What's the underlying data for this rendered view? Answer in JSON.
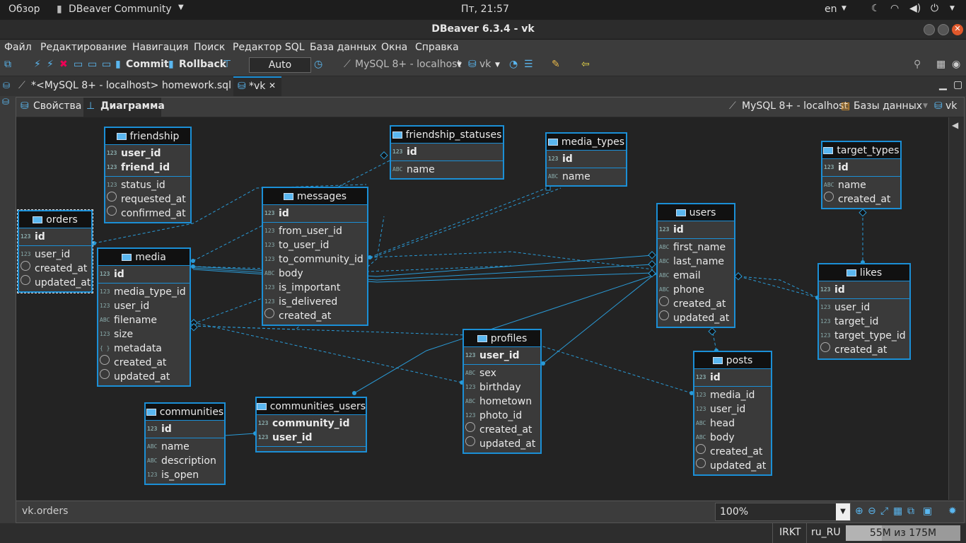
{
  "system": {
    "overview": "Обзор",
    "app_name": "DBeaver Community",
    "clock": "Пт, 21:57",
    "lang": "en"
  },
  "window": {
    "title": "DBeaver 6.3.4 - vk"
  },
  "menu": [
    "Файл",
    "Редактирование",
    "Навигация",
    "Поиск",
    "Редактор SQL",
    "База данных",
    "Окна",
    "Справка"
  ],
  "toolbar": {
    "commit": "Commit",
    "rollback": "Rollback",
    "mode": "Auto",
    "connection": "MySQL 8+ - localhost",
    "schema": "vk"
  },
  "tabs": [
    {
      "label": "*<MySQL 8+ - localhost> homework.sql"
    },
    {
      "label": "*vk"
    }
  ],
  "subtabs": {
    "properties": "Свойства",
    "diagram": "Диаграмма",
    "connection": "MySQL 8+ - localhost",
    "databases": "Базы данных",
    "schema": "vk"
  },
  "colors": {
    "accent": "#1b8fd6",
    "canvas": "#232323"
  },
  "tables": {
    "friendship": {
      "name": "friendship",
      "keys": [
        "user_id",
        "friend_id"
      ],
      "cols": [
        "status_id",
        "requested_at",
        "confirmed_at"
      ]
    },
    "friendship_statuses": {
      "name": "friendship_statuses",
      "keys": [
        "id"
      ],
      "cols": [
        "name"
      ]
    },
    "media_types": {
      "name": "media_types",
      "keys": [
        "id"
      ],
      "cols": [
        "name"
      ]
    },
    "target_types": {
      "name": "target_types",
      "keys": [
        "id"
      ],
      "cols": [
        "name",
        "created_at"
      ]
    },
    "orders": {
      "name": "orders",
      "keys": [
        "id"
      ],
      "cols": [
        "user_id",
        "created_at",
        "updated_at"
      ]
    },
    "messages": {
      "name": "messages",
      "keys": [
        "id"
      ],
      "cols": [
        "from_user_id",
        "to_user_id",
        "to_community_id",
        "body",
        "is_important",
        "is_delivered",
        "created_at"
      ]
    },
    "users": {
      "name": "users",
      "keys": [
        "id"
      ],
      "cols": [
        "first_name",
        "last_name",
        "email",
        "phone",
        "created_at",
        "updated_at"
      ]
    },
    "likes": {
      "name": "likes",
      "keys": [
        "id"
      ],
      "cols": [
        "user_id",
        "target_id",
        "target_type_id",
        "created_at"
      ]
    },
    "media": {
      "name": "media",
      "keys": [
        "id"
      ],
      "cols": [
        "media_type_id",
        "user_id",
        "filename",
        "size",
        "metadata",
        "created_at",
        "updated_at"
      ]
    },
    "profiles": {
      "name": "profiles",
      "keys": [
        "user_id"
      ],
      "cols": [
        "sex",
        "birthday",
        "hometown",
        "photo_id",
        "created_at",
        "updated_at"
      ]
    },
    "posts": {
      "name": "posts",
      "keys": [
        "id"
      ],
      "cols": [
        "media_id",
        "user_id",
        "head",
        "body",
        "created_at",
        "updated_at"
      ]
    },
    "communities": {
      "name": "communities",
      "keys": [
        "id"
      ],
      "cols": [
        "name",
        "description",
        "is_open"
      ]
    },
    "communities_users": {
      "name": "communities_users",
      "keys": [
        "community_id",
        "user_id"
      ],
      "cols": []
    }
  },
  "bottom": {
    "selection": "vk.orders",
    "zoom": "100%"
  },
  "status": {
    "tz": "IRKT",
    "locale": "ru_RU",
    "memory": "55M из 175M"
  }
}
